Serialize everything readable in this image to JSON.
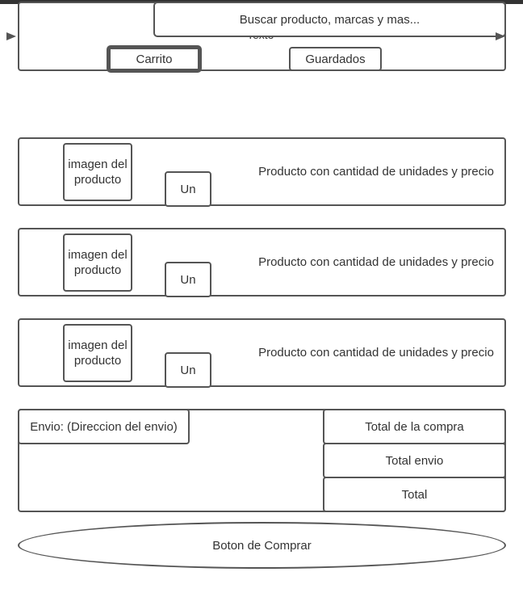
{
  "header": {
    "search_placeholder": "Buscar producto, marcas  y mas...",
    "hidden_text": "Texto",
    "tabs": {
      "cart": "Carrito",
      "saved": "Guardados"
    }
  },
  "products": [
    {
      "image_label": "imagen del producto",
      "qty": "Un",
      "description": "Producto con cantidad de unidades y precio"
    },
    {
      "image_label": "imagen del producto",
      "qty": "Un",
      "description": "Producto con cantidad de unidades y precio"
    },
    {
      "image_label": "imagen del producto",
      "qty": "Un",
      "description": "Producto con cantidad de unidades y precio"
    }
  ],
  "summary": {
    "address": "Envio: (Direccion del envio)",
    "purchase_total": "Total de la compra",
    "shipping_total": "Total envio",
    "grand_total": "Total"
  },
  "buy_button": "Boton de Comprar"
}
